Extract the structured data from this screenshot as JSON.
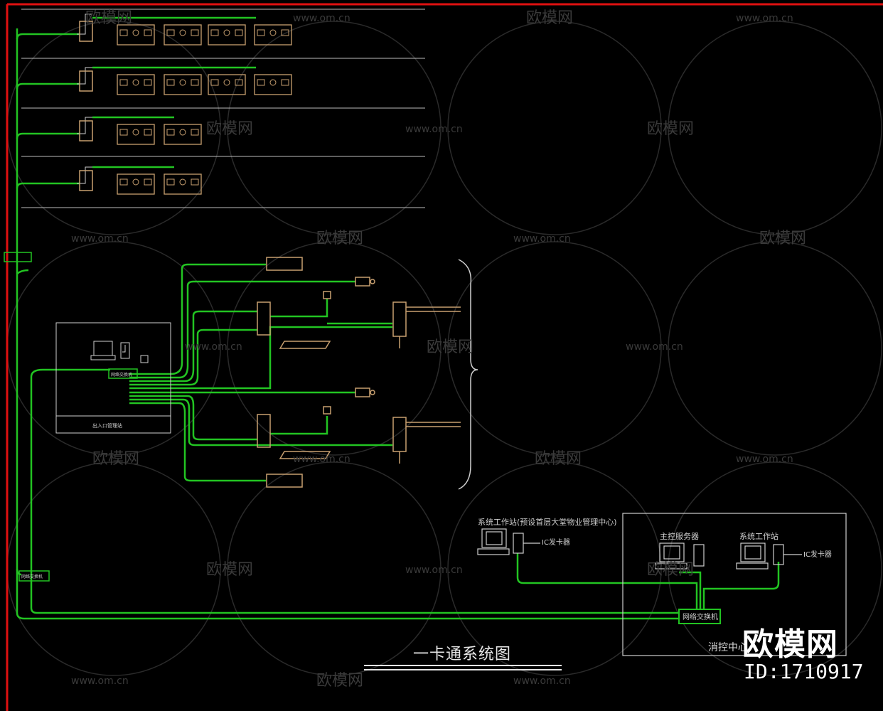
{
  "title": "一卡通系统图",
  "brand": {
    "logo_text": "欧模网",
    "id_text": "ID:1710917"
  },
  "watermarks": {
    "logo": "欧模网",
    "url": "www.om.cn"
  },
  "labels": {
    "workstation_top": "系统工作站(预设首层大堂物业管理中心)",
    "reader_top": "IC发卡器",
    "main_server": "主控服务器",
    "workstation_right": "系统工作站",
    "reader_right": "IC发卡器",
    "switch": "网络交换机",
    "fire_center": "消控中心",
    "exit_center": "出入口管理站",
    "net_box": "网络交换机",
    "net_box_bottom": "网络交换机"
  },
  "colors": {
    "border": "#e01010",
    "wire": "#22c422",
    "device": "#c8a070",
    "text": "#cfcfcf",
    "watermark": "#3a3a3a"
  }
}
